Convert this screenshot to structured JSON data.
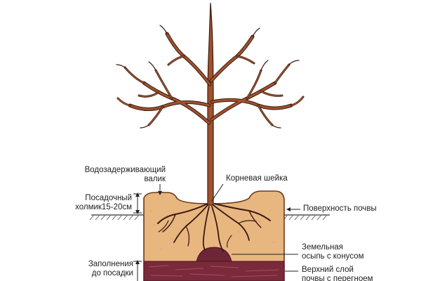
{
  "labels": {
    "water_ridge": [
      "Водозадерживающий",
      "валик"
    ],
    "root_collar": "Корневая шейка",
    "planting_mound": [
      "Посадочный",
      "холмик15-20см"
    ],
    "soil_surface": "Поверхность почвы",
    "soil_cone": [
      "Земельная",
      "осыпь с конусом"
    ],
    "fill_note": [
      "Заполнения",
      "до посадки"
    ],
    "top_layer": [
      "Верхний слой",
      "почвы с перегноем"
    ]
  },
  "colors": {
    "trunk": "#a0522d",
    "trunk_outline": "#3a1a10",
    "pit_fill": "#e8b67f",
    "pit_outline": "#6b3a1c",
    "topsoil": "#7a2a3a",
    "ground_hatch": "#5a5a5a",
    "leader": "#222222"
  }
}
